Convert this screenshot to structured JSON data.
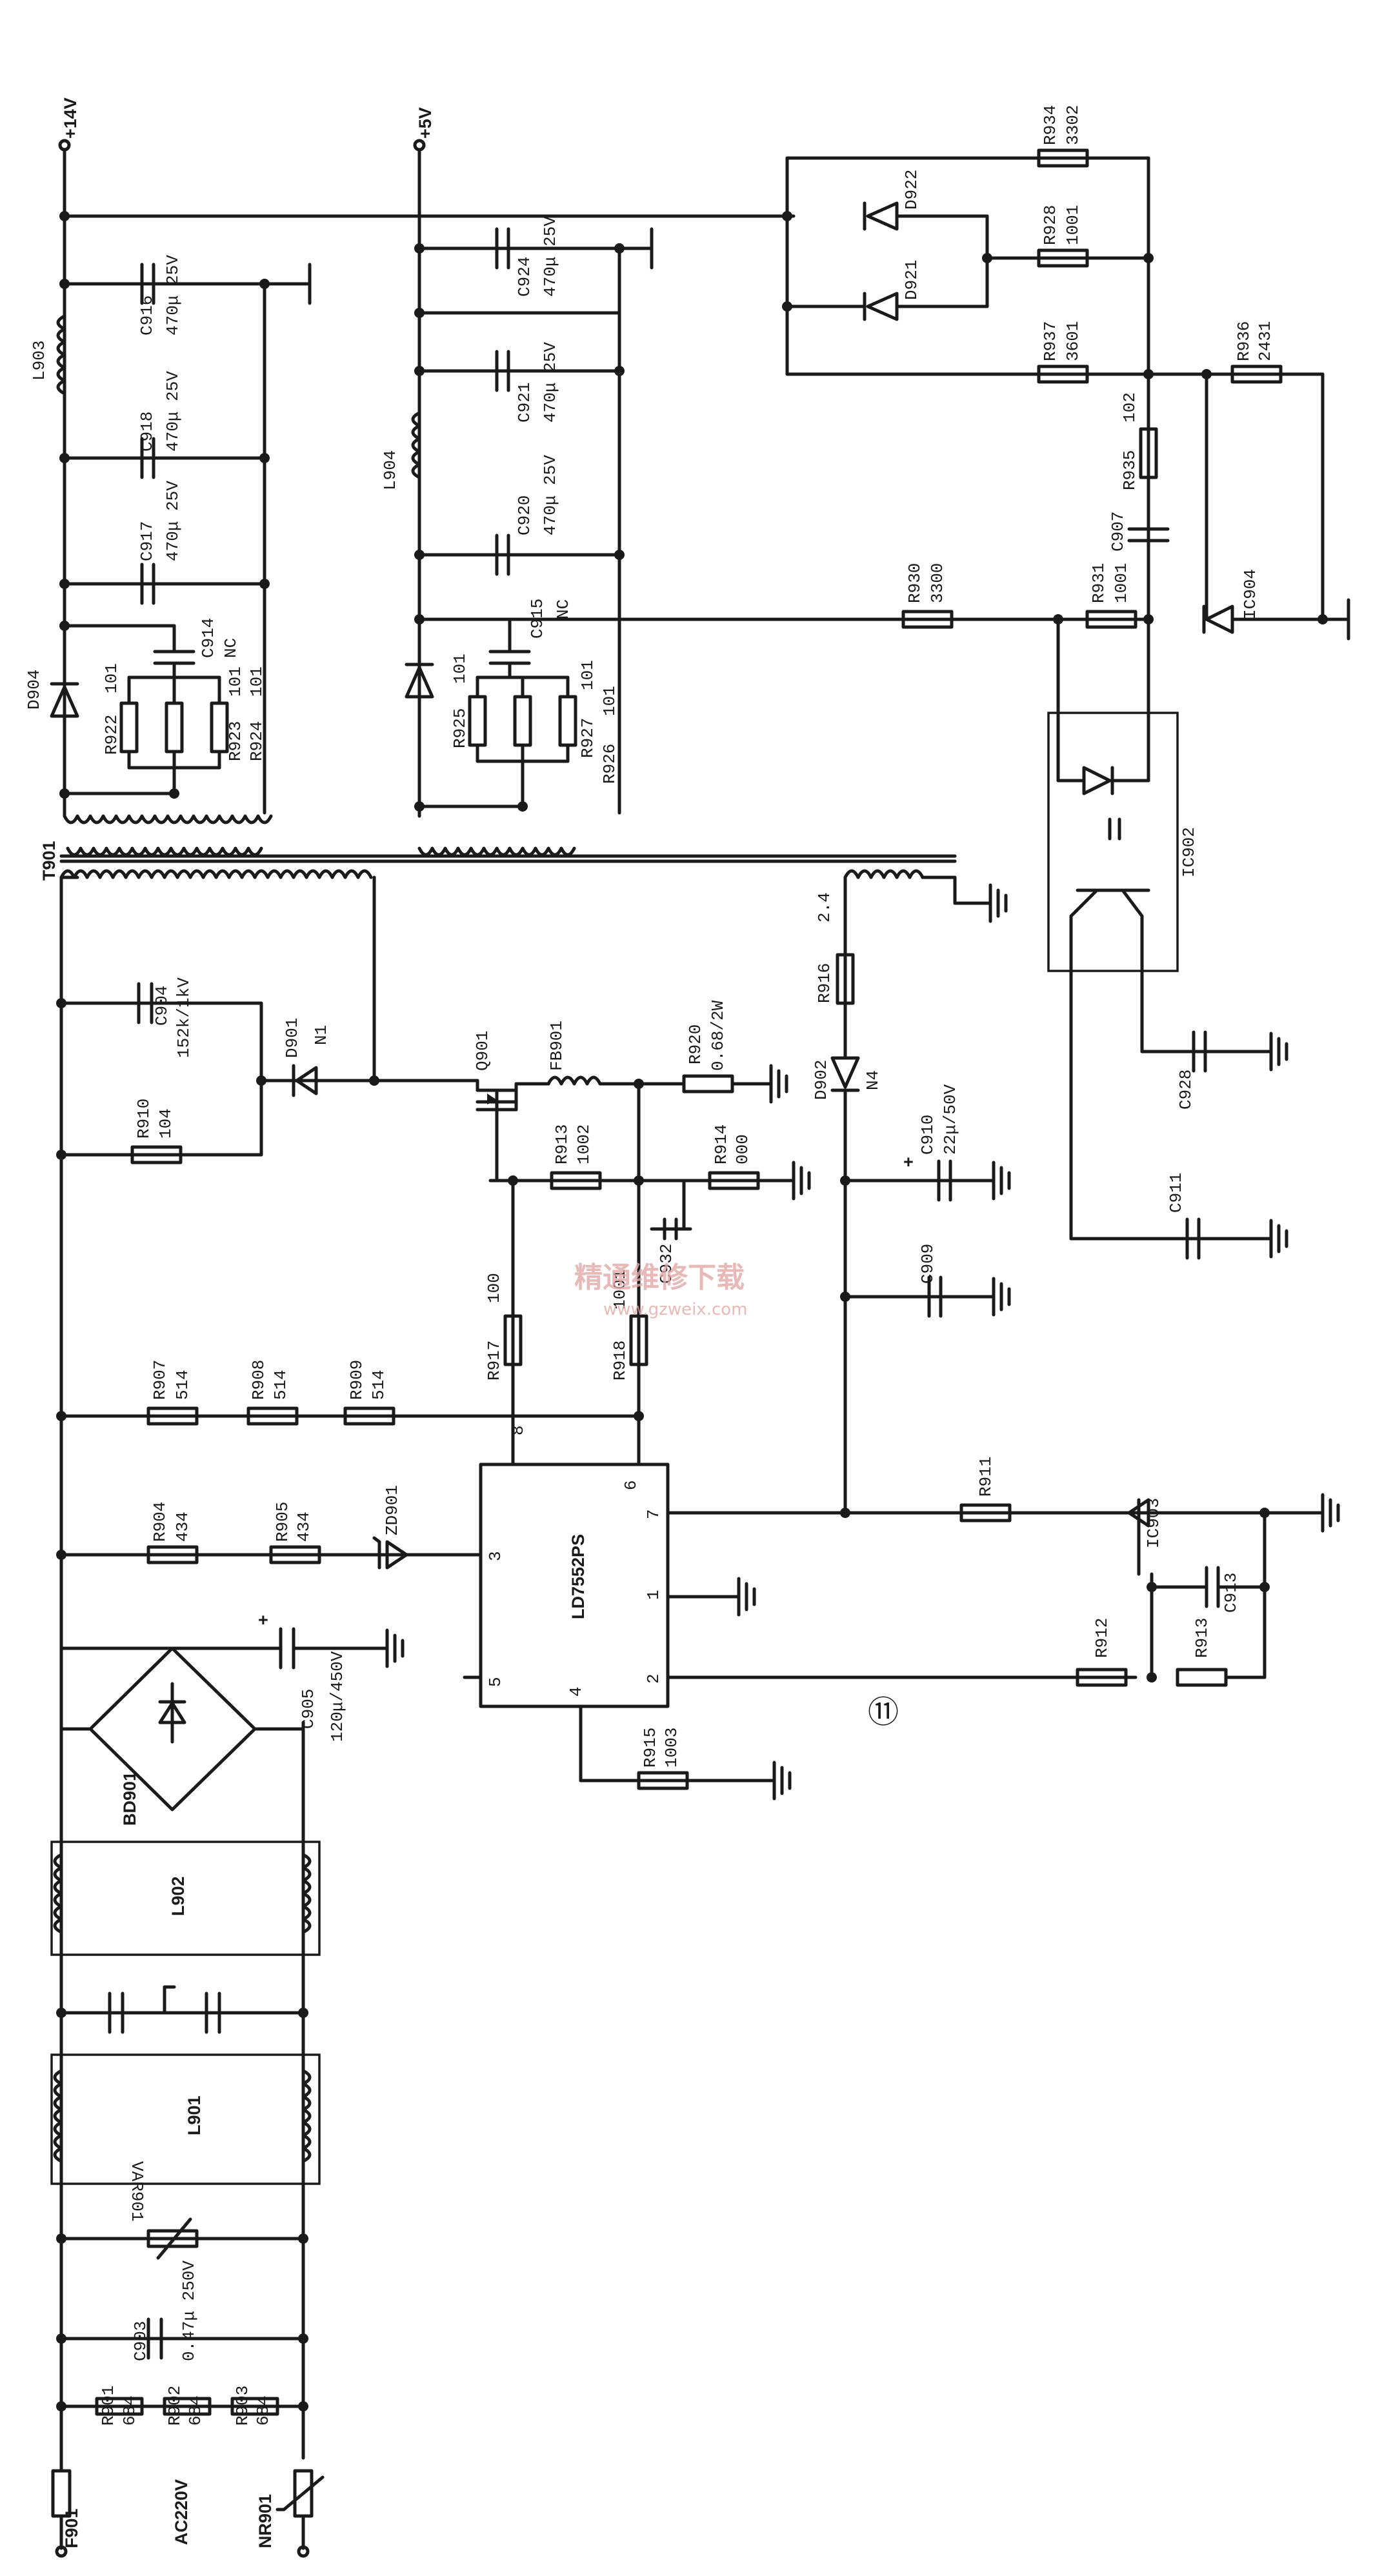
{
  "rails": {
    "v14": "+14V",
    "v5": "+5V",
    "ac": "AC220V"
  },
  "components": {
    "F901": "F901",
    "NR901": "NR901",
    "R901": "R901",
    "R901v": "684",
    "R902": "R902",
    "R902v": "684",
    "R903": "R903",
    "R903v": "684",
    "C903": "C903",
    "C903v": "0.47μ 250V",
    "VAR901": "VAR901",
    "L901": "L901",
    "L902": "L902",
    "BD901": "BD901",
    "C905": "C905",
    "C905v": "120μ/450V",
    "R904": "R904",
    "R904v": "434",
    "R905": "R905",
    "R905v": "434",
    "ZD901": "ZD901",
    "R907": "R907",
    "R907v": "514",
    "R908": "R908",
    "R908v": "514",
    "R909": "R909",
    "R909v": "514",
    "R910": "R910",
    "R910v": "104",
    "C904": "C904",
    "C904v": "152k/1kV",
    "D901": "D901",
    "N1": "N1",
    "T901": "T901",
    "Q901": "Q901",
    "FB901": "FB901",
    "R920": "R920",
    "R920v": "0.68/2W",
    "R913a": "R913",
    "R913av": "1002",
    "R914": "R914",
    "R914v": "000",
    "C932": "C932",
    "R917": "R917",
    "R917v": "100",
    "R918": "R918",
    "R918v": "1001",
    "IC": "LD7552PS",
    "pin1": "1",
    "pin2": "2",
    "pin3": "3",
    "pin4": "4",
    "pin5": "5",
    "pin6": "6",
    "pin7": "7",
    "pin8": "8",
    "R915": "R915",
    "R915v": "1003",
    "R916": "R916",
    "R916v": "2.4",
    "D902": "D902",
    "N4": "N4",
    "C910": "C910",
    "C910v": "22μ/50V",
    "C909": "C909",
    "R911": "R911",
    "IC903": "IC903",
    "C913": "C913",
    "R912": "R912",
    "R913b": "R913",
    "L903": "L903",
    "C916": "C916",
    "C916v": "470μ 25V",
    "C918": "C918",
    "C918v": "470μ 25V",
    "C917": "C917",
    "C917v": "470μ 25V",
    "C914": "C914",
    "C914v": "NC",
    "D904": "D904",
    "R922": "R922",
    "R922v": "101",
    "R923": "R923",
    "R923v": "101",
    "R924": "R924",
    "R924v": "101",
    "C924": "C924",
    "C924v": "470μ 25V",
    "C921": "C921",
    "C921v": "470μ 25V",
    "L904": "L904",
    "C920": "C920",
    "C920v": "470μ 25V",
    "C915": "C915",
    "C915v": "NC",
    "R925": "R925",
    "R925v": "101",
    "R927": "R927",
    "R927v": "101",
    "R926": "R926",
    "R926v": "101",
    "R934": "R934",
    "R934v": "3302",
    "D922": "D922",
    "R928": "R928",
    "R928v": "1001",
    "D921": "D921",
    "R937": "R937",
    "R937v": "3601",
    "R936": "R936",
    "R936v": "2431",
    "R935": "R935",
    "R935v": "102",
    "C907": "C907",
    "R930": "R930",
    "R930v": "3300",
    "R931": "R931",
    "R931v": "1001",
    "IC904": "IC904",
    "IC902": "IC902",
    "C928": "C928",
    "C911": "C911"
  },
  "watermark": {
    "cn": "精通维修下载",
    "url": "www.gzweix.com"
  },
  "page_marker": "⑪"
}
